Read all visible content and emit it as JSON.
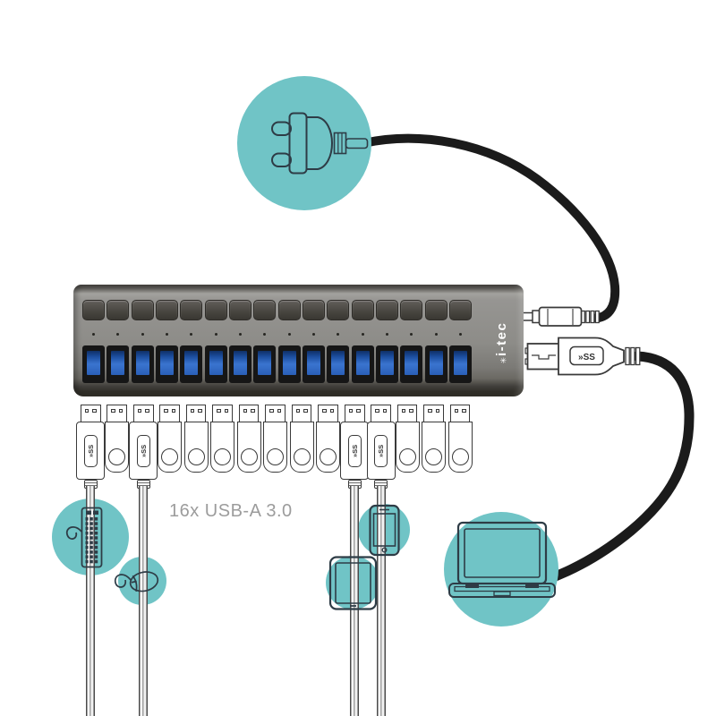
{
  "colors": {
    "teal": "#70c4c6",
    "icon_outline": "#2e3c46",
    "connector_outline": "#3a3a3a",
    "cable_black": "#1b1b1b",
    "port_blue": "#2a5fb8",
    "hub_face": "#8d8c88",
    "text_gray": "#9c9c9c",
    "logo_white": "#ffffff"
  },
  "hub": {
    "brand_label": "i-tec",
    "logo_star": "✳",
    "button_count": 16,
    "led_count": 16,
    "port_count": 16
  },
  "caption": {
    "text": "16x USB-A 3.0"
  },
  "plug_row": {
    "ss_label": "»SS",
    "items": [
      {
        "type": "cable-plug"
      },
      {
        "type": "flash-drive"
      },
      {
        "type": "cable-plug"
      },
      {
        "type": "flash-drive"
      },
      {
        "type": "flash-drive"
      },
      {
        "type": "flash-drive"
      },
      {
        "type": "flash-drive"
      },
      {
        "type": "flash-drive"
      },
      {
        "type": "flash-drive"
      },
      {
        "type": "flash-drive"
      },
      {
        "type": "cable-plug"
      },
      {
        "type": "cable-plug"
      },
      {
        "type": "flash-drive"
      },
      {
        "type": "flash-drive"
      },
      {
        "type": "flash-drive"
      }
    ]
  },
  "connectors": {
    "ss_label": "»SS",
    "items": [
      {
        "name": "power-barrel-connector"
      },
      {
        "name": "usb-b-connector"
      }
    ]
  },
  "device_icons": [
    {
      "name": "power-plug-icon"
    },
    {
      "name": "keyboard-icon"
    },
    {
      "name": "mouse-icon"
    },
    {
      "name": "tablet-icon"
    },
    {
      "name": "smartphone-icon"
    },
    {
      "name": "laptop-icon"
    }
  ]
}
